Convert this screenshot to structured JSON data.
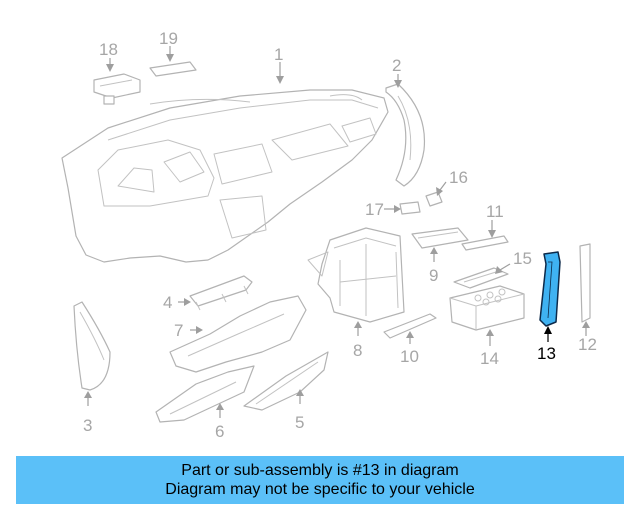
{
  "callouts": {
    "n1": "1",
    "n2": "2",
    "n3": "3",
    "n4": "4",
    "n5": "5",
    "n6": "6",
    "n7": "7",
    "n8": "8",
    "n9": "9",
    "n10": "10",
    "n11": "11",
    "n12": "12",
    "n13": "13",
    "n14": "14",
    "n15": "15",
    "n16": "16",
    "n17": "17",
    "n18": "18",
    "n19": "19"
  },
  "highlighted_part": "13",
  "colors": {
    "highlight_fill": "#3fb2f2",
    "banner_background": "#5bc0f8",
    "line_art": "#b3b3b3"
  },
  "banner": {
    "line1": "Part or sub-assembly is #13 in diagram",
    "line2": "Diagram may not be specific to your vehicle"
  }
}
